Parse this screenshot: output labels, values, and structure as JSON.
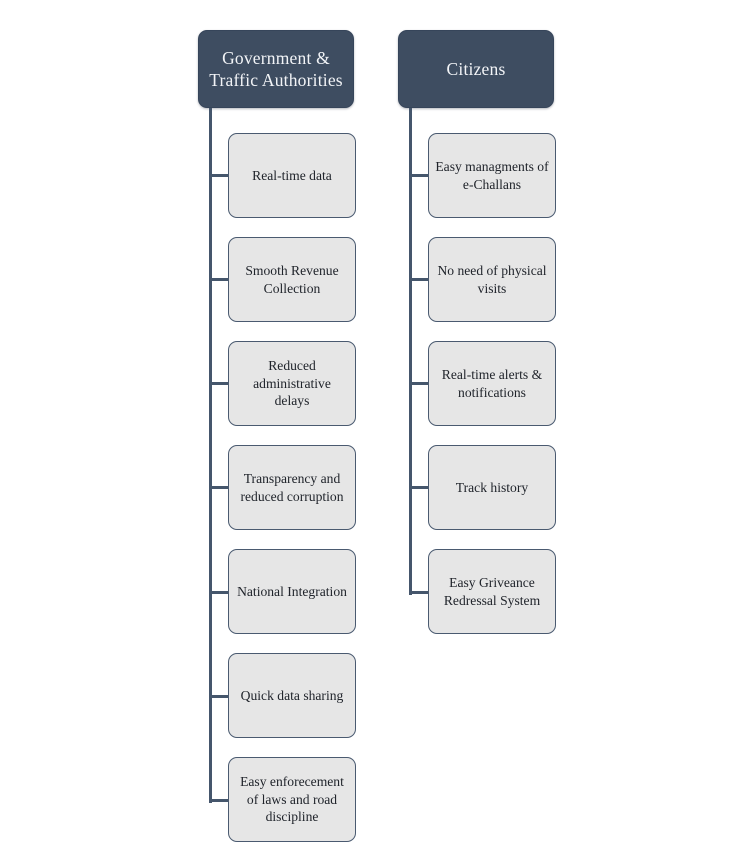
{
  "diagram": {
    "type": "organizational-branch-tree",
    "colors": {
      "root_fill": "#3e4d61",
      "root_text": "#f2f4f7",
      "leaf_fill": "#e6e6e6",
      "leaf_border": "#4a5a70",
      "connector": "#45566c",
      "background": "#ffffff"
    },
    "branches": [
      {
        "id": "government-traffic-authorities",
        "root_label": "Government & Traffic Authorities",
        "children": [
          {
            "label": "Real-time data"
          },
          {
            "label": "Smooth Revenue Collection"
          },
          {
            "label": "Reduced administrative delays"
          },
          {
            "label": "Transparency and reduced corruption"
          },
          {
            "label": "National Integration"
          },
          {
            "label": "Quick data sharing"
          },
          {
            "label": "Easy enforecement of laws and road discipline"
          }
        ]
      },
      {
        "id": "citizens",
        "root_label": "Citizens",
        "children": [
          {
            "label": "Easy managments of e-Challans"
          },
          {
            "label": "No need of physical visits"
          },
          {
            "label": "Real-time alerts & notifications"
          },
          {
            "label": "Track history"
          },
          {
            "label": "Easy Griveance Redressal System"
          }
        ]
      }
    ]
  }
}
